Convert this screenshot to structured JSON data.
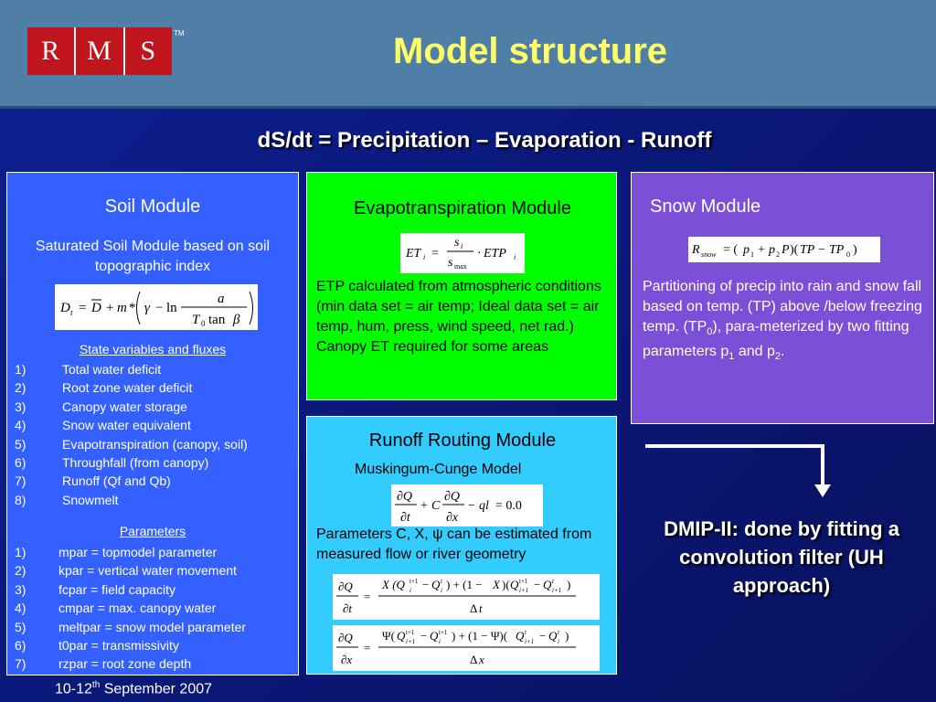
{
  "logo": {
    "letters": [
      "R",
      "M",
      "S"
    ],
    "tm": "TM",
    "color": "#c0141f"
  },
  "title": "Model structure",
  "equation": "dS/dt = Precipitation – Evaporation - Runoff",
  "soil": {
    "title": "Soil Module",
    "subtitle": "Saturated Soil Module based on soil topographic index",
    "state_heading": "State variables and fluxes",
    "state_items": [
      {
        "n": "1)",
        "t": "Total water deficit"
      },
      {
        "n": "2)",
        "t": "Root zone water deficit"
      },
      {
        "n": "3)",
        "t": "Canopy water storage"
      },
      {
        "n": "4)",
        "t": "Snow water equivalent"
      },
      {
        "n": "5)",
        "t": "Evapotranspiration (canopy, soil)"
      },
      {
        "n": "6)",
        "t": "Throughfall (from canopy)"
      },
      {
        "n": "7)",
        "t": "Runoff (Qf and Qb)"
      },
      {
        "n": "8)",
        "t": "Snowmelt"
      }
    ],
    "params_heading": "Parameters",
    "params": [
      {
        "n": "1)",
        "t": "mpar = topmodel parameter"
      },
      {
        "n": "2)",
        "t": "kpar = vertical water movement"
      },
      {
        "n": "3)",
        "t": "fcpar = field capacity"
      },
      {
        "n": "4)",
        "t": "cmpar = max. canopy water"
      },
      {
        "n": "5)",
        "t": "meltpar = snow model parameter"
      },
      {
        "n": "6)",
        "t": "t0par = transmissivity"
      },
      {
        "n": "7)",
        "t": "rzpar = root zone depth"
      }
    ]
  },
  "evap": {
    "title": "Evapotranspiration Module",
    "text": "ETP calculated from atmospheric conditions (min data set = air temp; Ideal data set = air temp, hum, press, wind speed, net rad.) Canopy ET required for some areas"
  },
  "snow": {
    "title": "Snow Module",
    "text_a": "Partitioning of precip into rain and snow fall based on temp. (TP) above /below freezing temp. (TP",
    "sub0": "0",
    "text_b": "), para-meterized by two fitting parameters p",
    "sub1": "1",
    "text_c": " and p",
    "sub2": "2",
    "text_d": "."
  },
  "runoff": {
    "title": "Runoff Routing Module",
    "subtitle": "Muskingum-Cunge Model",
    "text": "Parameters C, X, ψ can be estimated from measured flow or river geometry"
  },
  "dmip": "DMIP-II: done by fitting a convolution filter (UH approach)",
  "footer": {
    "pre": "10-12",
    "sup": "th",
    "post": " September 2007"
  },
  "colors": {
    "soil": "#3360ff",
    "evap": "#00ff00",
    "snow": "#7b4fd6",
    "runoff": "#33ccff",
    "title": "#ffff66"
  }
}
